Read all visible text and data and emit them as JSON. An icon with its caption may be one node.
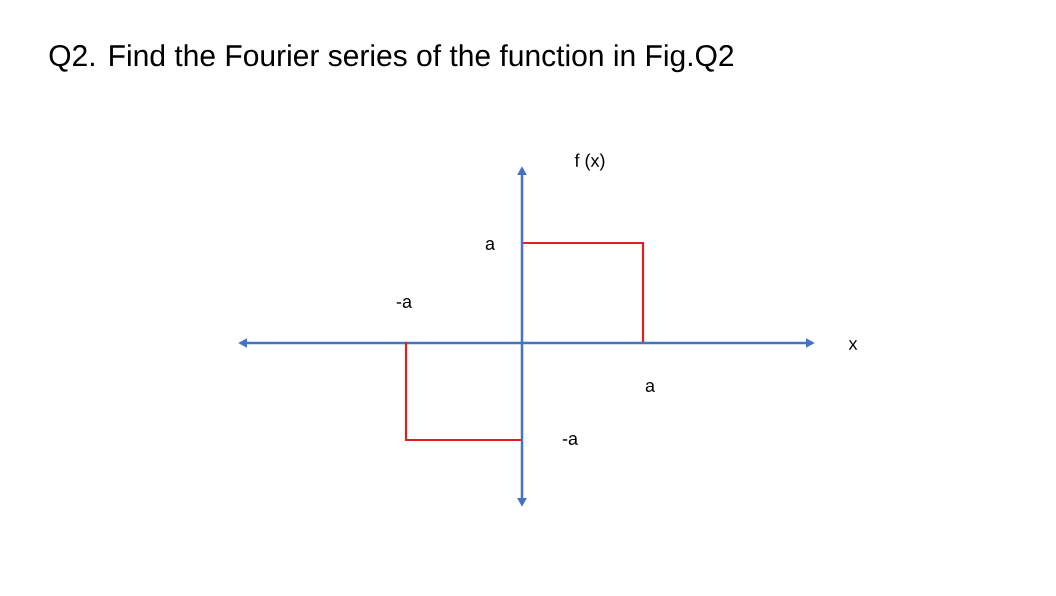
{
  "diagram": {
    "title": "Q2. Find the Fourier series of the function in Fig.Q2",
    "labels": [
      "f (x)",
      "a",
      "-a",
      "x",
      "a",
      "-a"
    ]
  }
}
